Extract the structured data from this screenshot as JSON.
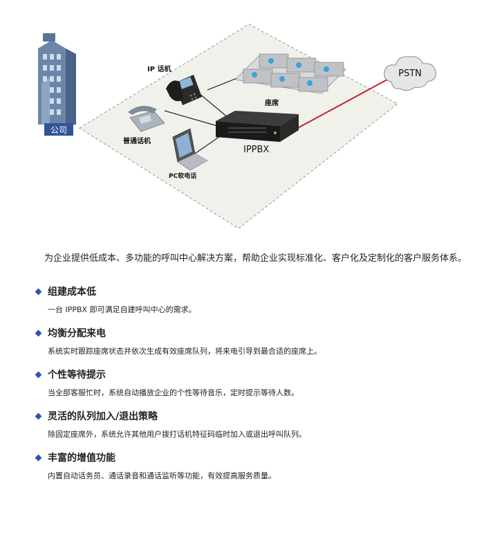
{
  "diagram": {
    "company_label": "公司",
    "ip_phone_label": "IP 话机",
    "seats_label": "座席",
    "analog_phone_label": "普通话机",
    "pc_softphone_label": "PC软电话",
    "ippbx_label": "IPPBX",
    "pstn_label": "PSTN"
  },
  "intro": "为企业提供低成本、多功能的呼叫中心解决方案，帮助企业实现标准化、客户化及定制化的客户服务体系。",
  "features": [
    {
      "title": "组建成本低",
      "desc": "一台 IPPBX 即可满足自建呼叫中心的需求。"
    },
    {
      "title": "均衡分配来电",
      "desc": "系统实时跟踪座席状态并依次生成有效座席队列，将来电引导到最合适的座席上。"
    },
    {
      "title": "个性等待提示",
      "desc": "当全部客服忙时，系统自动播放企业的个性等待音乐，定时提示等待人数。"
    },
    {
      "title": "灵活的队列加入/退出策略",
      "desc": "除固定座席外，系统允许其他用户拨打话机特征码临时加入或退出呼叫队列。"
    },
    {
      "title": "丰富的增值功能",
      "desc": "内置自动话务员、通话录音和通话监听等功能，有效提高服务质量。"
    }
  ]
}
